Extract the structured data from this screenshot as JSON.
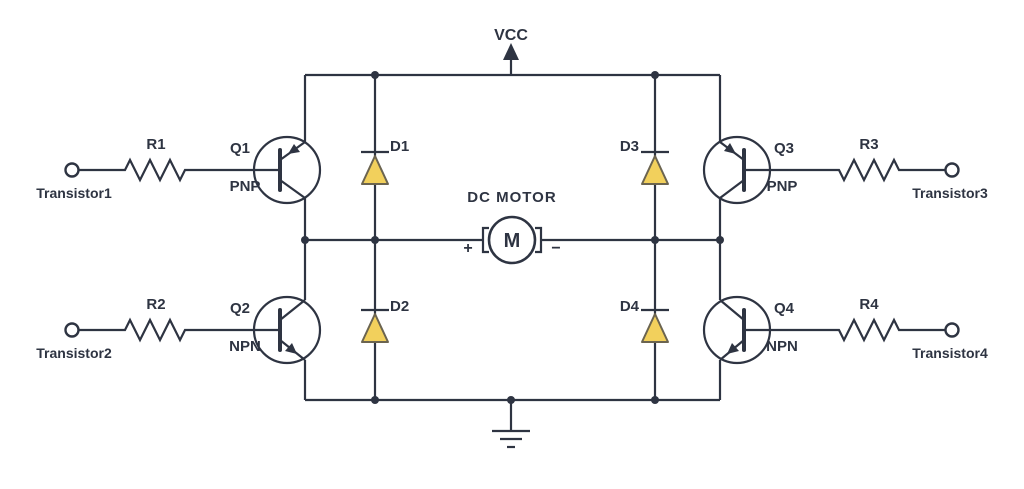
{
  "diagram_type": "h-bridge-dc-motor-driver-schematic",
  "colors": {
    "background": "#ffffff",
    "wire": "#2e3442",
    "text": "#2e3442",
    "diode_fill": "#f2d05c"
  },
  "power": {
    "vcc": "VCC"
  },
  "motor": {
    "label": "DC MOTOR",
    "symbol": "M",
    "positive": "+",
    "negative": "−"
  },
  "transistors": [
    {
      "ref": "Q1",
      "type": "PNP",
      "resistor": "R1",
      "input": "Transistor1"
    },
    {
      "ref": "Q2",
      "type": "NPN",
      "resistor": "R2",
      "input": "Transistor2"
    },
    {
      "ref": "Q3",
      "type": "PNP",
      "resistor": "R3",
      "input": "Transistor3"
    },
    {
      "ref": "Q4",
      "type": "NPN",
      "resistor": "R4",
      "input": "Transistor4"
    }
  ],
  "diodes": [
    {
      "ref": "D1"
    },
    {
      "ref": "D2"
    },
    {
      "ref": "D3"
    },
    {
      "ref": "D4"
    }
  ]
}
